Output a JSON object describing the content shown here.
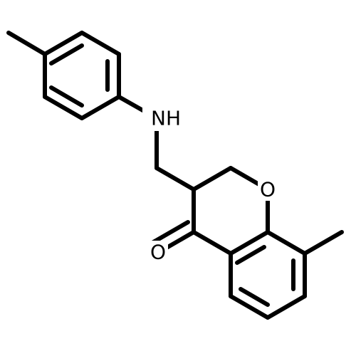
{
  "molecule": {
    "atoms": {
      "nitrogen": "NH",
      "ring_oxygen": "O",
      "carbonyl_oxygen": "O"
    }
  },
  "colors": {
    "bond": "#000000",
    "background": "#ffffff"
  }
}
